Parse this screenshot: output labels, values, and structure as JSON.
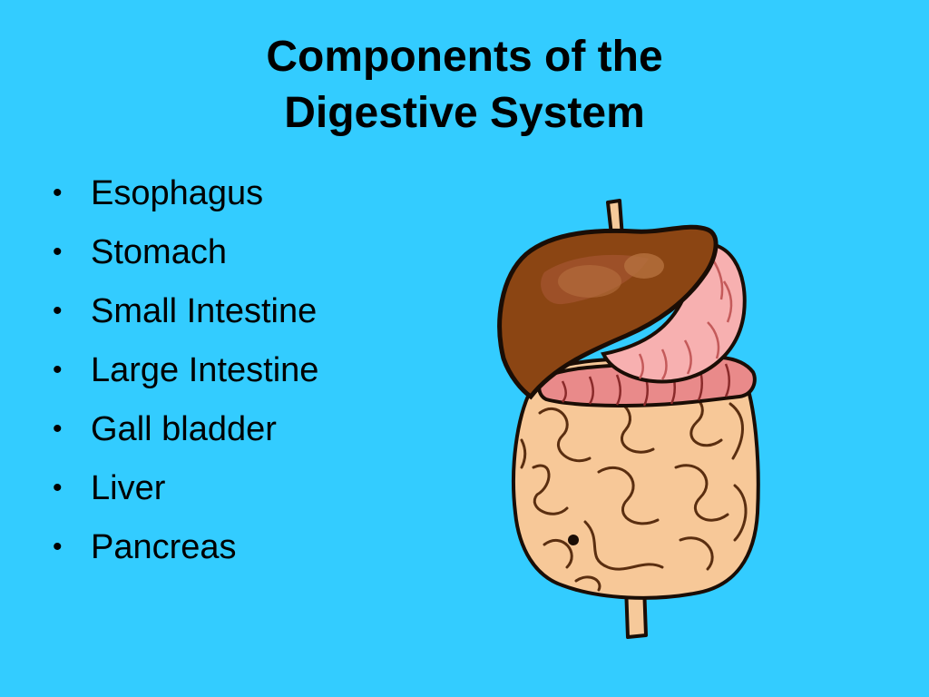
{
  "slide": {
    "title_line1": "Components of the",
    "title_line2": "Digestive System",
    "bullet_symbol": "•",
    "items": [
      "Esophagus",
      "Stomach",
      "Small Intestine",
      "Large Intestine",
      "Gall bladder",
      "Liver",
      "Pancreas"
    ],
    "background_color": "#33CCFF",
    "illustration": "digestive-system-clipart"
  }
}
